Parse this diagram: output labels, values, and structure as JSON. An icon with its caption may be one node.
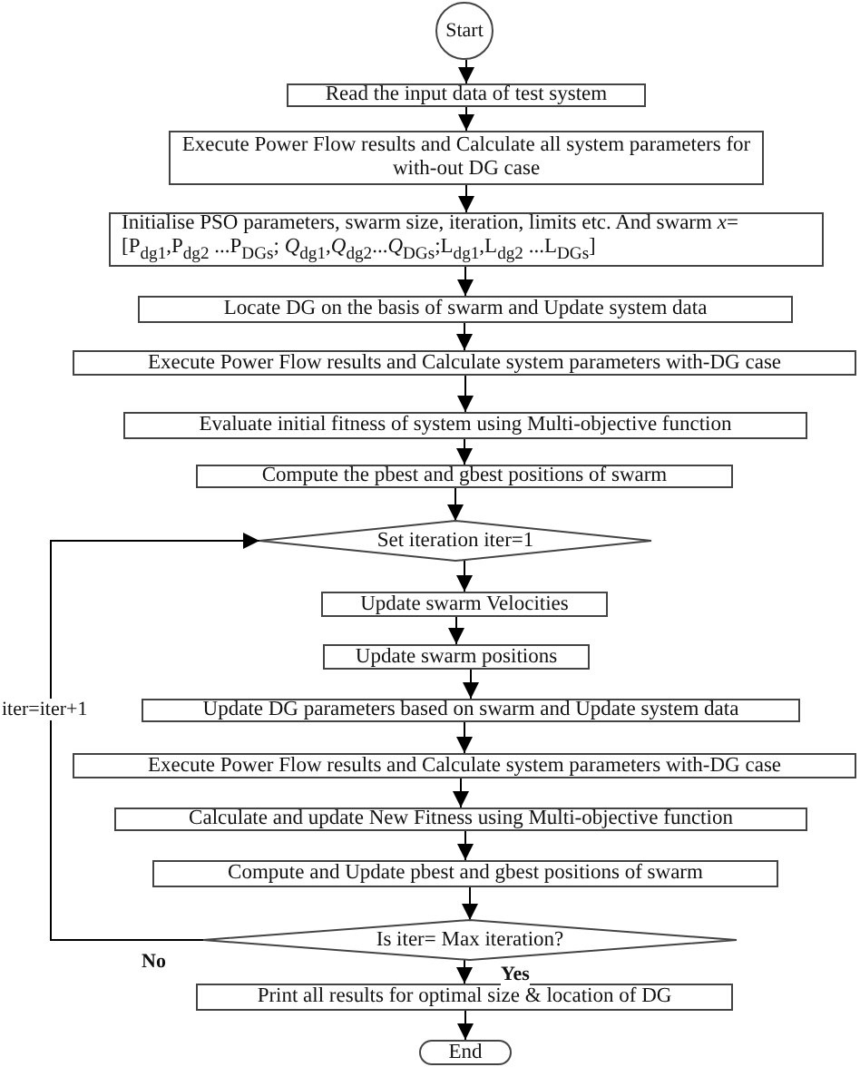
{
  "diagram": {
    "nodes": [
      {
        "text": [
          "Start"
        ]
      },
      {
        "text": [
          "Read the input data of test system"
        ]
      },
      {
        "text": [
          "Execute Power Flow results and Calculate all system parameters for with-out DG case"
        ]
      },
      {
        "text": [
          "Initialise PSO parameters, swarm size, iteration, limits etc. And swarm *x*=[P$_{dg1}$,P$_{dg2}$ ...P$_{DGs}$; *Q*$_{dg1}$,*Q*$_{dg2}$...*Q*$_{DGs}$;L$_{dg1}$,L$_{dg2}$ ...L$_{DGs}$]"
        ]
      },
      {
        "text": [
          "Locate DG on the basis of swarm and Update system data"
        ]
      },
      {
        "text": [
          "Execute Power Flow results and Calculate system parameters with-DG case"
        ]
      },
      {
        "text": [
          "Evaluate initial fitness of system using Multi-objective function"
        ]
      },
      {
        "text": [
          "Compute the pbest and gbest positions of swarm"
        ]
      },
      {
        "text": [
          "Set iteration iter=1"
        ]
      },
      {
        "text": [
          "Update swarm Velocities"
        ]
      },
      {
        "text": [
          "Update swarm positions"
        ]
      },
      {
        "text": [
          "Update DG parameters based on swarm and Update system data"
        ]
      },
      {
        "text": [
          "Execute Power Flow results and Calculate system parameters with-DG case"
        ]
      },
      {
        "text": [
          "Calculate and update New Fitness using Multi-objective function"
        ]
      },
      {
        "text": [
          "Compute and Update pbest and gbest positions of swarm"
        ]
      },
      {
        "text": [
          "Is  iter= Max iteration?"
        ]
      },
      {
        "text": [
          "Print all results for optimal size & location of DG"
        ]
      },
      {
        "text": [
          "End"
        ]
      }
    ],
    "edges": [
      {
        "from": 0,
        "to": 1,
        "arrow": "to"
      },
      {
        "from": 1,
        "to": 2,
        "arrow": "to"
      },
      {
        "from": 2,
        "to": 3,
        "arrow": "to"
      },
      {
        "from": 3,
        "to": 4,
        "arrow": "to"
      },
      {
        "from": 4,
        "to": 5,
        "arrow": "to"
      },
      {
        "from": 5,
        "to": 6,
        "arrow": "to"
      },
      {
        "from": 6,
        "to": 7,
        "arrow": "to"
      },
      {
        "from": 7,
        "to": 8,
        "arrow": "to"
      },
      {
        "from": 8,
        "to": 9,
        "arrow": "to"
      },
      {
        "from": 9,
        "to": 10,
        "arrow": "to"
      },
      {
        "from": 10,
        "to": 11,
        "arrow": "to"
      },
      {
        "from": 11,
        "to": 12,
        "arrow": "to"
      },
      {
        "from": 12,
        "to": 13,
        "arrow": "to"
      },
      {
        "from": 13,
        "to": 14,
        "arrow": "to"
      },
      {
        "from": 14,
        "to": 15,
        "arrow": "to"
      },
      {
        "from": 15,
        "to": 16,
        "label": "Yes",
        "arrow": "to"
      },
      {
        "from": 16,
        "to": 17,
        "arrow": "to"
      },
      {
        "from": 15,
        "to": 8,
        "label": "iter=iter+1",
        "arrow": "to"
      }
    ],
    "labels": [
      "No"
    ]
  }
}
